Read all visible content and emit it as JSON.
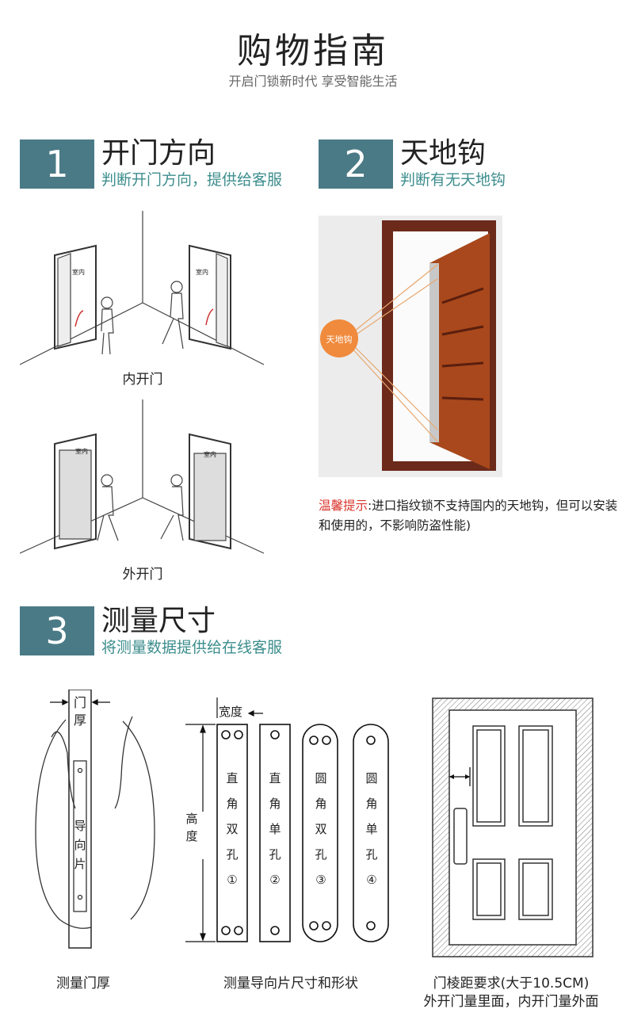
{
  "header": {
    "title": "购物指南",
    "subtitle": "开启门锁新时代 享受智能生活"
  },
  "sections": [
    {
      "number": "1",
      "title": "开门方向",
      "subtitle": "判断开门方向，提供给客服"
    },
    {
      "number": "2",
      "title": "天地钩",
      "subtitle": "判断有无天地钩"
    },
    {
      "number": "3",
      "title": "测量尺寸",
      "subtitle": "将测量数据提供给在线客服"
    }
  ],
  "door_direction": {
    "room_label": "室内",
    "inward_caption": "内开门",
    "outward_caption": "外开门"
  },
  "hook": {
    "badge": "天地钩",
    "tip_label": "温馨提示",
    "tip_text": ":进口指纹锁不支持国内的天地钩，但可以安装和使用的，不影响防盗性能)"
  },
  "measure": {
    "thickness_label": "门厚",
    "guide_label": "导向片",
    "width_label": "宽度",
    "height_label": "高度",
    "plates": [
      "直角双孔①",
      "直角单孔②",
      "圆角双孔③",
      "圆角单孔④"
    ],
    "caption_thickness": "测量门厚",
    "caption_plate": "测量导向片尺寸和形状",
    "caption_frame_1": "门棱距要求(大于10.5CM)",
    "caption_frame_2": "外开门量里面，内开门量外面"
  }
}
